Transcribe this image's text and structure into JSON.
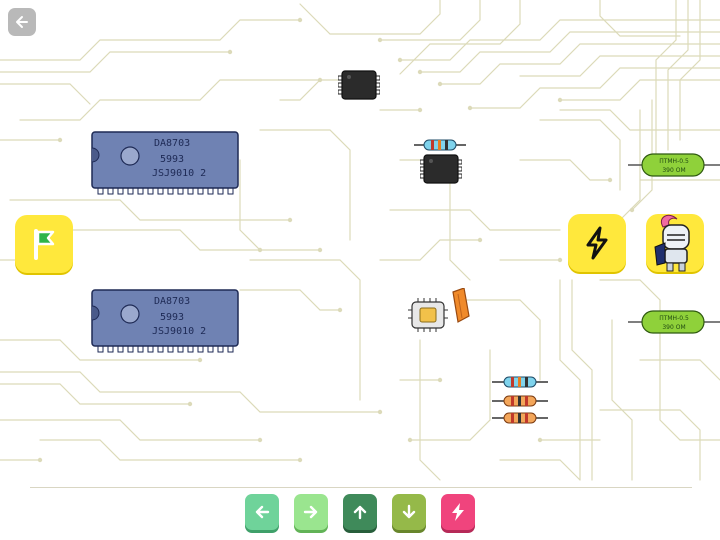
{
  "colors": {
    "trace": "#d9d8b6",
    "tile": "#ffe83c",
    "chip_body": "#6f82b3",
    "resistor_green": "#8fd13a",
    "ctrl_left": "#6fd39a",
    "ctrl_right": "#9ae58f",
    "ctrl_up": "#3f8a5a",
    "ctrl_down": "#95b949",
    "ctrl_zap": "#f0447d"
  },
  "chips": [
    {
      "line1": "DA8703",
      "line2": "5993",
      "line3": "JSJ9010 2"
    },
    {
      "line1": "DA8703",
      "line2": "5993",
      "line3": "JSJ9010 2"
    }
  ],
  "green_resistors": [
    {
      "label_top": "ПТМН-0.5",
      "label_bottom": "390 ОМ"
    },
    {
      "label_top": "ПТМН-0.5",
      "label_bottom": "390 ОМ"
    }
  ],
  "icons": {
    "back": "arrow-left-icon",
    "start": "flag-icon",
    "zap": "lightning-icon",
    "player": "knight-icon"
  },
  "controls": [
    {
      "name": "left",
      "icon": "arrow-left-icon"
    },
    {
      "name": "right",
      "icon": "arrow-right-icon"
    },
    {
      "name": "up",
      "icon": "arrow-up-icon"
    },
    {
      "name": "down",
      "icon": "arrow-down-icon"
    },
    {
      "name": "zap",
      "icon": "lightning-icon"
    }
  ]
}
